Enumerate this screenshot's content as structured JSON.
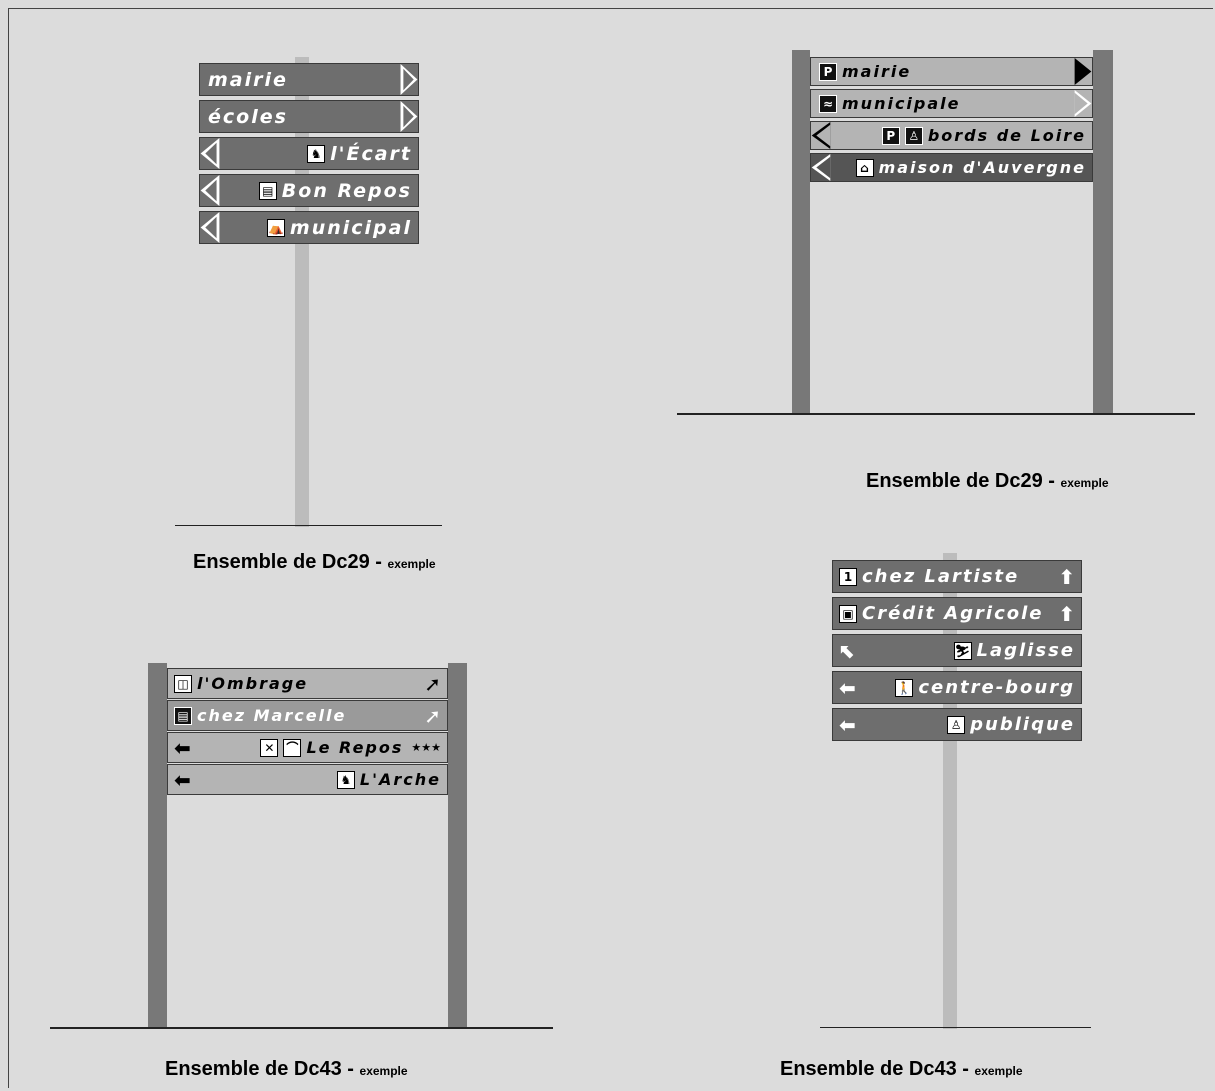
{
  "captions": {
    "top_left": {
      "main": "Ensemble de Dc29 - ",
      "small": "exemple"
    },
    "top_right": {
      "main": "Ensemble de Dc29 - ",
      "small": "exemple"
    },
    "bottom_left": {
      "main": "Ensemble de Dc43 - ",
      "small": "exemple"
    },
    "bottom_right": {
      "main": "Ensemble de Dc43 - ",
      "small": "exemple"
    }
  },
  "panel_tl": {
    "signs": [
      "mairie",
      "écoles",
      "l'Écart",
      "Bon Repos",
      "municipal"
    ]
  },
  "panel_tr": {
    "signs": [
      "mairie",
      "municipale",
      "bords de Loire",
      "maison d'Auvergne"
    ],
    "pictos": {
      "parking": "P"
    }
  },
  "panel_bl": {
    "signs": [
      "l'Ombrage",
      "chez Marcelle",
      "Le Repos",
      "L'Arche"
    ],
    "stars": "★★★"
  },
  "panel_br": {
    "signs": [
      "chez Lartiste",
      "Crédit Agricole",
      "Laglisse",
      "centre-bourg",
      "publique"
    ],
    "pictos": {
      "number": "1"
    }
  },
  "colors": {
    "background": "#dcdcdc",
    "sign_dark": "#6e6e6e",
    "sign_light": "#b4b4b4",
    "post_dark": "#787878",
    "post_light": "#bcbcbc"
  },
  "icons": [
    "chevron-right-icon",
    "chevron-left-icon",
    "parking-icon",
    "horse-icon",
    "restaurant-icon",
    "camping-icon",
    "arrow-left-icon",
    "arrow-up-icon",
    "toilets-icon",
    "star-icon"
  ]
}
